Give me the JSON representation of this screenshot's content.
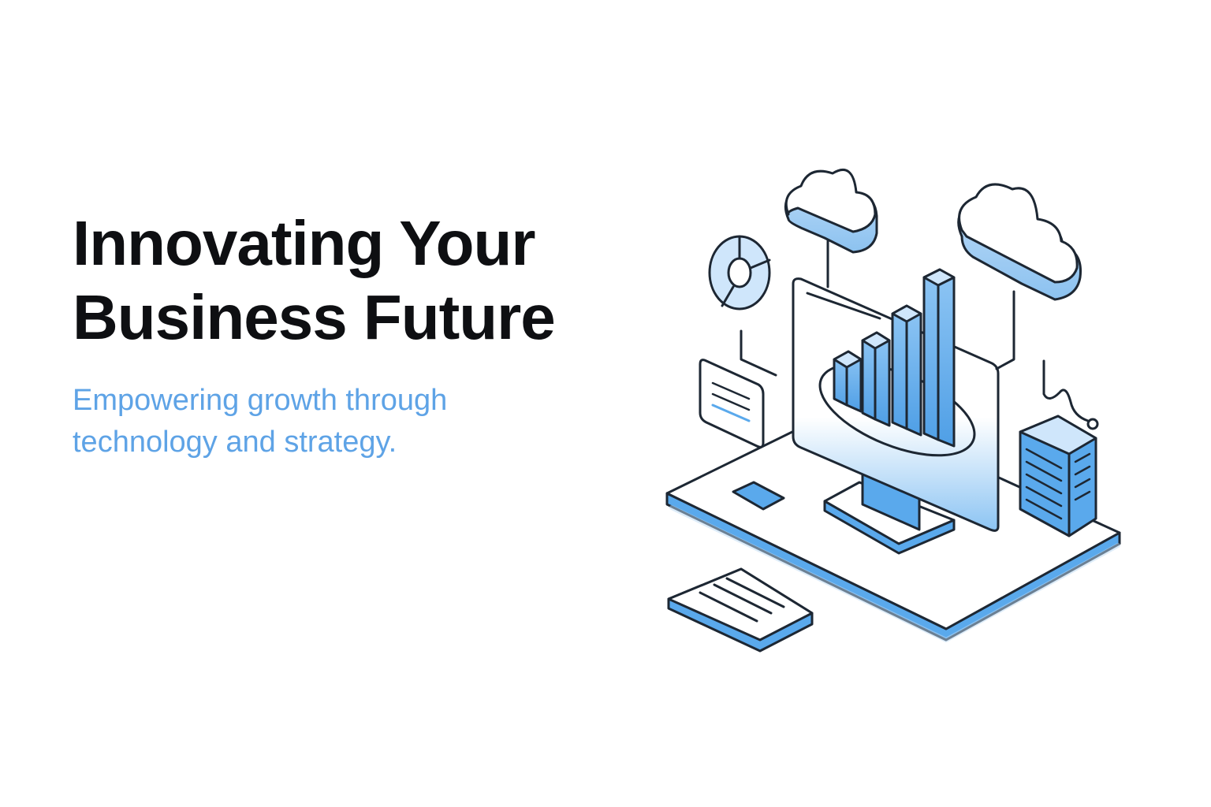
{
  "hero": {
    "headline_line1": "Innovating Your",
    "headline_line2": "Business Future",
    "subheadline_line1": "Empowering growth through",
    "subheadline_line2": "technology and strategy."
  },
  "illustration": {
    "icons": [
      "cloud-icon",
      "cloud-icon",
      "donut-chart-icon",
      "document-card-icon",
      "bar-chart-icon",
      "monitor-icon",
      "server-icon",
      "keyboard-icon",
      "mouse-icon",
      "platform-base"
    ]
  },
  "colors": {
    "headline": "#0e0f12",
    "subheadline": "#5ea3e6",
    "accent_blue": "#5aa9ec",
    "light_blue": "#cfe6fb",
    "outline": "#1d2733"
  }
}
